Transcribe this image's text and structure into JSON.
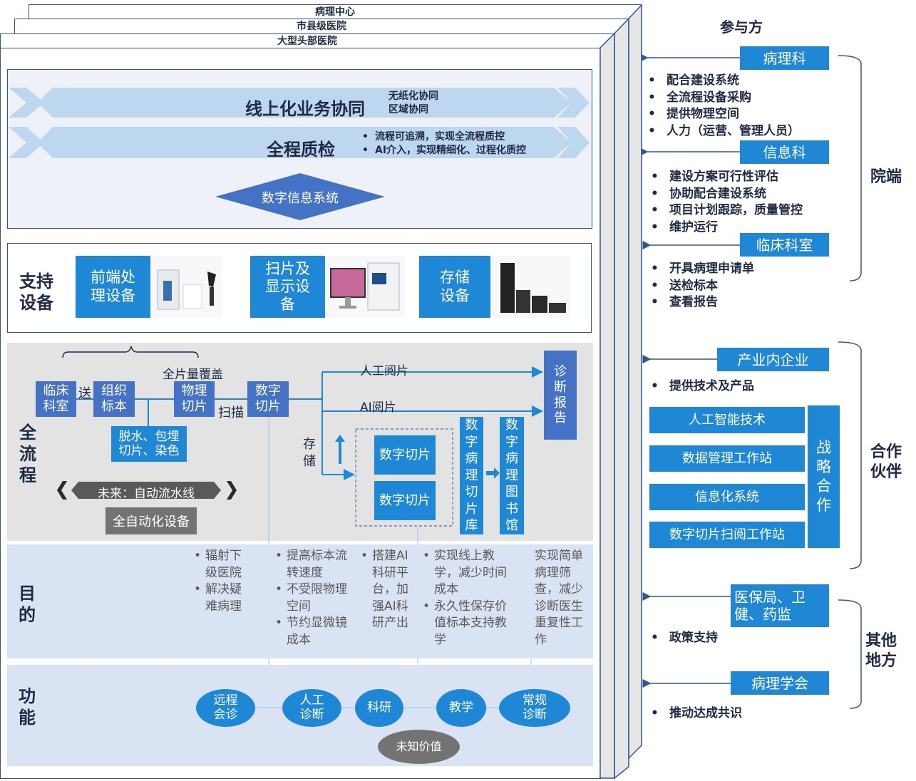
{
  "layers": [
    "病理中心",
    "市县级医院",
    "大型头部医院"
  ],
  "top": {
    "row1_title": "线上化业务协同",
    "row1_sub": [
      "无纸化协同",
      "区域协同"
    ],
    "row2_title": "全程质检",
    "row2_points": [
      "流程可追溯，实现全流程质控",
      "AI介入，实现精细化、过程化质控"
    ],
    "diamond": "数字信息系统"
  },
  "support": {
    "label": "支持设备",
    "devices": [
      "前端处理设备",
      "扫片及显示设备",
      "存储设备"
    ]
  },
  "flow": {
    "label": "全流程",
    "clinical": "临床科室",
    "send": "送",
    "tissue": "组织标本",
    "full_coverage": "全片量覆盖",
    "physical": "物理切片",
    "scan": "扫描",
    "digital": "数字切片",
    "process": "脱水、包埋切片、染色",
    "manual_read": "人工阅片",
    "ai_read": "AI阅片",
    "report": "诊断报告",
    "store": "存储",
    "digital_slide_1": "数字切片",
    "digital_slide_2": "数字切片",
    "slide_lib": "数字病理切片库",
    "slide_library": "数字病理图书馆",
    "future": "未来：自动流水线",
    "auto_equip": "全自动化设备"
  },
  "purpose": {
    "label": "目的",
    "col1": [
      "辐射下级医院",
      "解决疑难病理"
    ],
    "col2": [
      "提高标本流转速度",
      "不受限物理空间",
      "节约显微镜成本"
    ],
    "col3": [
      "搭建AI科研平台，加强AI科研产出"
    ],
    "col4": [
      "实现线上教学，减少时间成本",
      "永久性保存价值标本支持教学"
    ],
    "col5": "实现简单病理筛查，减少诊断医生重复性工作"
  },
  "function": {
    "label": "功能",
    "items": [
      "远程会诊",
      "人工诊断",
      "科研",
      "教学",
      "常规诊断"
    ],
    "unknown": "未知价值"
  },
  "participants": {
    "title": "参与方",
    "hospital_side": {
      "label": "院端",
      "groups": [
        {
          "name": "病理科",
          "items": [
            "配合建设系统",
            "全流程设备采购",
            "提供物理空间",
            "人力（运营、管理人员）"
          ]
        },
        {
          "name": "信息科",
          "items": [
            "建设方案可行性评估",
            "协助配合建设系统",
            "项目计划跟踪，质量管控",
            "维护运行"
          ]
        },
        {
          "name": "临床科室",
          "items": [
            "开具病理申请单",
            "送检标本",
            "查看报告"
          ]
        }
      ]
    },
    "partners": {
      "label": "合作伙伴",
      "group_name": "产业内企业",
      "group_item": "提供技术及产品",
      "techs": [
        "人工智能技术",
        "数据管理工作站",
        "信息化系统",
        "数字切片扫阅工作站"
      ],
      "strategic": "战略合作"
    },
    "others": {
      "label": "其他地方",
      "groups": [
        {
          "name": "医保局、卫健、药监",
          "item": "政策支持"
        },
        {
          "name": "病理学会",
          "item": "推动达成共识"
        }
      ]
    }
  },
  "colors": {
    "accent": "#1f88d6",
    "navy": "#4472c4",
    "light_arrow": "#bdd7ee",
    "border": "#2f5597"
  }
}
